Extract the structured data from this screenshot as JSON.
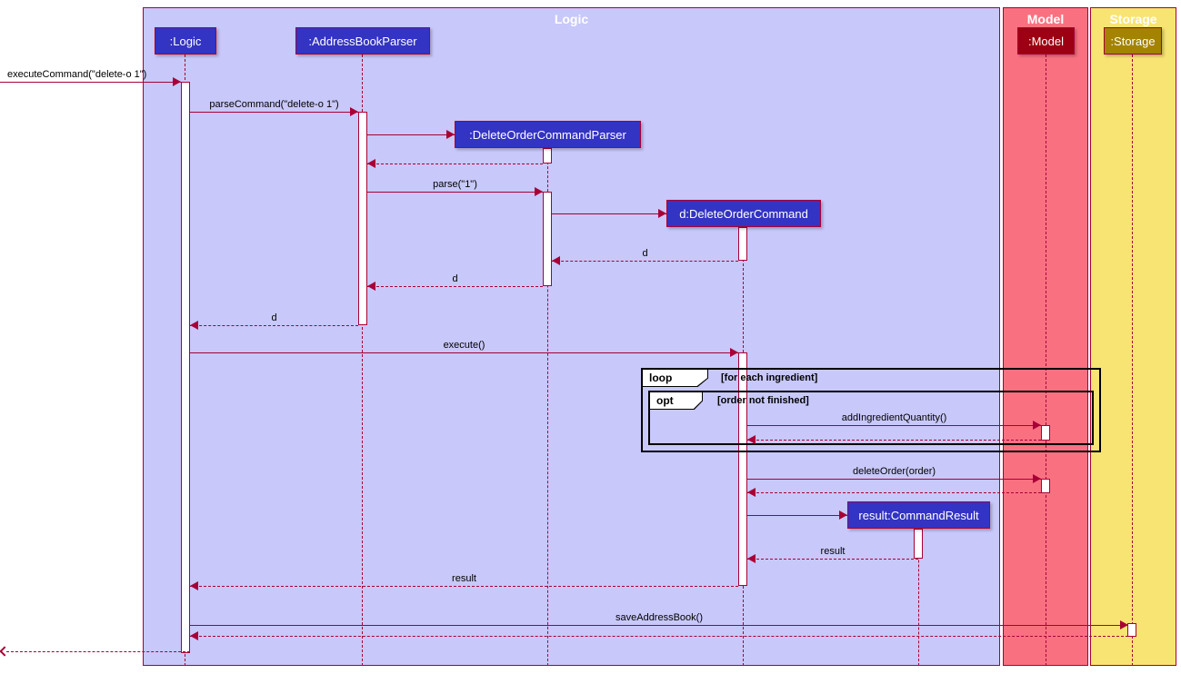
{
  "frames": {
    "logic": {
      "title": "Logic"
    },
    "model": {
      "title": "Model"
    },
    "storage": {
      "title": "Storage"
    }
  },
  "participants": {
    "logic": {
      "label": ":Logic"
    },
    "address_book_parser": {
      "label": ":AddressBookParser"
    },
    "delete_order_command_parser": {
      "label": ":DeleteOrderCommandParser"
    },
    "delete_order_command": {
      "label": "d:DeleteOrderCommand"
    },
    "command_result": {
      "label": "result:CommandResult"
    },
    "model": {
      "label": ":Model"
    },
    "storage": {
      "label": ":Storage"
    }
  },
  "messages": {
    "execute_command": {
      "label": "executeCommand(\"delete-o 1\")"
    },
    "parse_command": {
      "label": "parseCommand(\"delete-o 1\")"
    },
    "parse": {
      "label": "parse(\"1\")"
    },
    "return_d": {
      "label": "d"
    },
    "execute": {
      "label": "execute()"
    },
    "add_ingredient_quantity": {
      "label": "addIngredientQuantity()"
    },
    "delete_order": {
      "label": "deleteOrder(order)"
    },
    "return_result": {
      "label": "result"
    },
    "save_address_book": {
      "label": "saveAddressBook()"
    }
  },
  "fragments": {
    "loop": {
      "operator": "loop",
      "guard": "[for each ingredient]"
    },
    "opt": {
      "operator": "opt",
      "guard": "[order not finished]"
    }
  },
  "colors": {
    "arrow": "#A80036",
    "frame_border": "#A80036",
    "logic_frame_fill": "#C8C8FA",
    "model_frame_fill": "#F97181",
    "storage_frame_fill": "#F8E473",
    "logic_participant_fill": "#3333C4",
    "model_participant_fill": "#9D0012",
    "storage_participant_fill": "#A38300",
    "participant_text": "#FFFFFF",
    "fragment_border": "#000000",
    "label_text": "#000000"
  }
}
